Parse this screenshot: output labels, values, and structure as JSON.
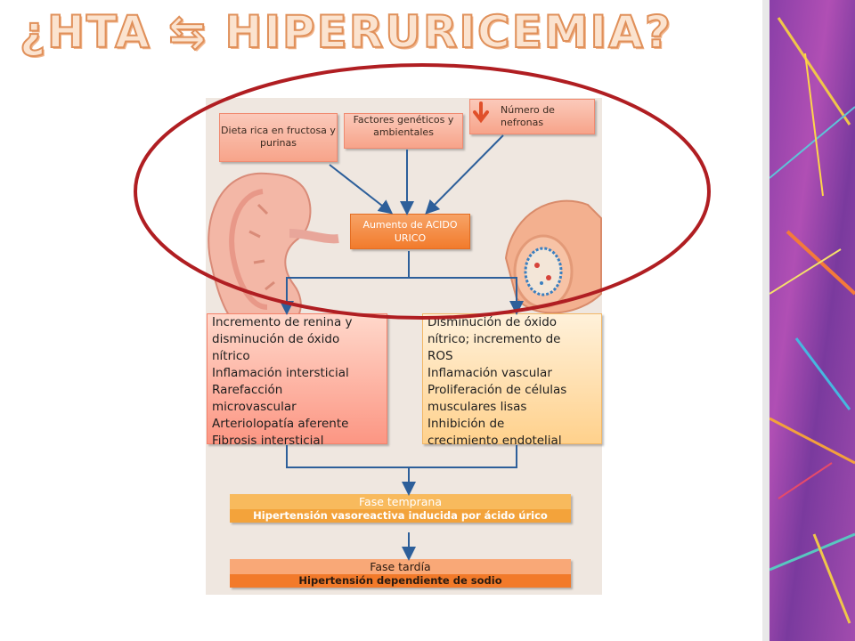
{
  "title": "¿HTA ⇆ HIPERURICEMIA?",
  "boxes": {
    "dieta": "Dieta  rica en fructosa y purinas",
    "factores": "Factores genéticos y ambientales",
    "nefronas": "Número de nefronas",
    "aumento": "Aumento de ACIDO URICO"
  },
  "left_list": [
    "Incremento de renina y",
    "disminución de óxido",
    "nítrico",
    "Inflamación intersticial",
    "Rarefacción",
    "microvascular",
    "Arteriolopatía aferente",
    "Fibrosis intersticial"
  ],
  "right_list": [
    "Disminución de óxido",
    "nítrico; incremento de",
    "ROS",
    "Inflamación vascular",
    "Proliferación de células",
    "musculares lisas",
    "Inhibición de",
    "crecimiento endotelial"
  ],
  "phases": {
    "early": {
      "heading": "Fase temprana",
      "sub": "Hipertensión vasoreactiva inducida por ácido úrico"
    },
    "late": {
      "heading": "Fase tardía",
      "sub": "Hipertensión dependiente de  sodio"
    }
  },
  "colors": {
    "ellipse": "#b01e22",
    "arrow": "#2d5f9a",
    "accent": "#f27b2c"
  }
}
